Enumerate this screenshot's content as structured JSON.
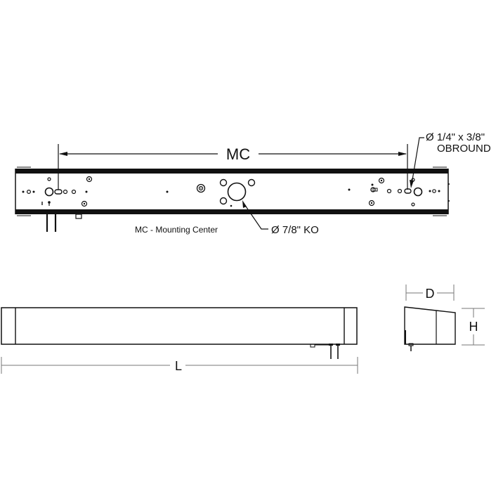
{
  "top_view": {
    "mc_dimension_label": "MC",
    "mc_caption": "MC - Mounting Center",
    "obround_callout": {
      "line1": "Ø 1/4\" x 3/8\"",
      "line2": "OBROUND"
    },
    "knockout_callout": "Ø 7/8\" KO"
  },
  "side_view": {
    "length_label": "L"
  },
  "end_view": {
    "depth_label": "D",
    "height_label": "H"
  },
  "colors": {
    "line": "#111111",
    "dimension": "#777777",
    "background": "#ffffff"
  }
}
